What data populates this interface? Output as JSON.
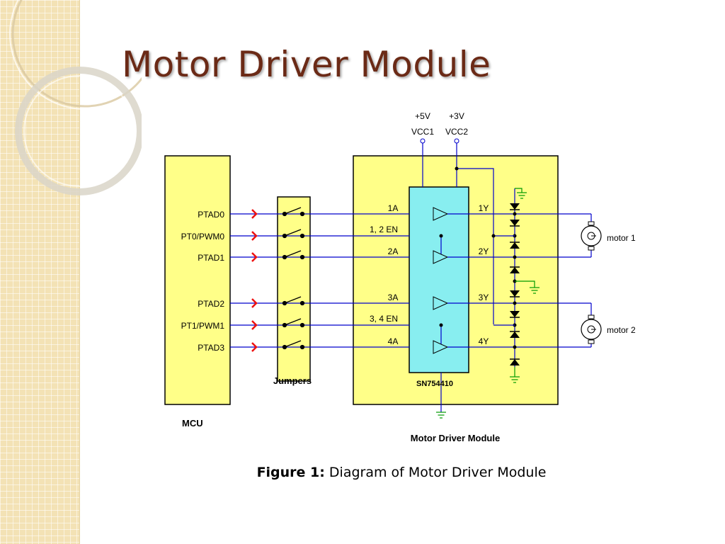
{
  "slide": {
    "title": "Motor Driver Module"
  },
  "diagram": {
    "supplies": [
      {
        "voltage": "+5V",
        "pin": "VCC1"
      },
      {
        "voltage": "+3V",
        "pin": "VCC2"
      }
    ],
    "mcu": {
      "label": "MCU",
      "pins": [
        "PTAD0",
        "PT0/PWM0",
        "PTAD1",
        "PTAD2",
        "PT1/PWM1",
        "PTAD3"
      ]
    },
    "jumpers": {
      "label": "Jumpers"
    },
    "chip": {
      "part": "SN754410",
      "inputs": [
        "1A",
        "1, 2 EN",
        "2A",
        "3A",
        "3, 4 EN",
        "4A"
      ],
      "outputs": [
        "1Y",
        "2Y",
        "3Y",
        "4Y"
      ]
    },
    "motors": [
      "motor 1",
      "motor 2"
    ],
    "module_label": "Motor Driver Module",
    "colors": {
      "mcu_fill": "#ffff88",
      "chip_fill": "#88eef0",
      "signal_wire": "#0000cc",
      "arrow": "#ee1111",
      "ground": "#009900",
      "title": "#6b2a16",
      "side_band": "#f3e2b5"
    }
  },
  "caption": {
    "prefix": "Figure 1:",
    "text": "Diagram of Motor Driver Module"
  }
}
